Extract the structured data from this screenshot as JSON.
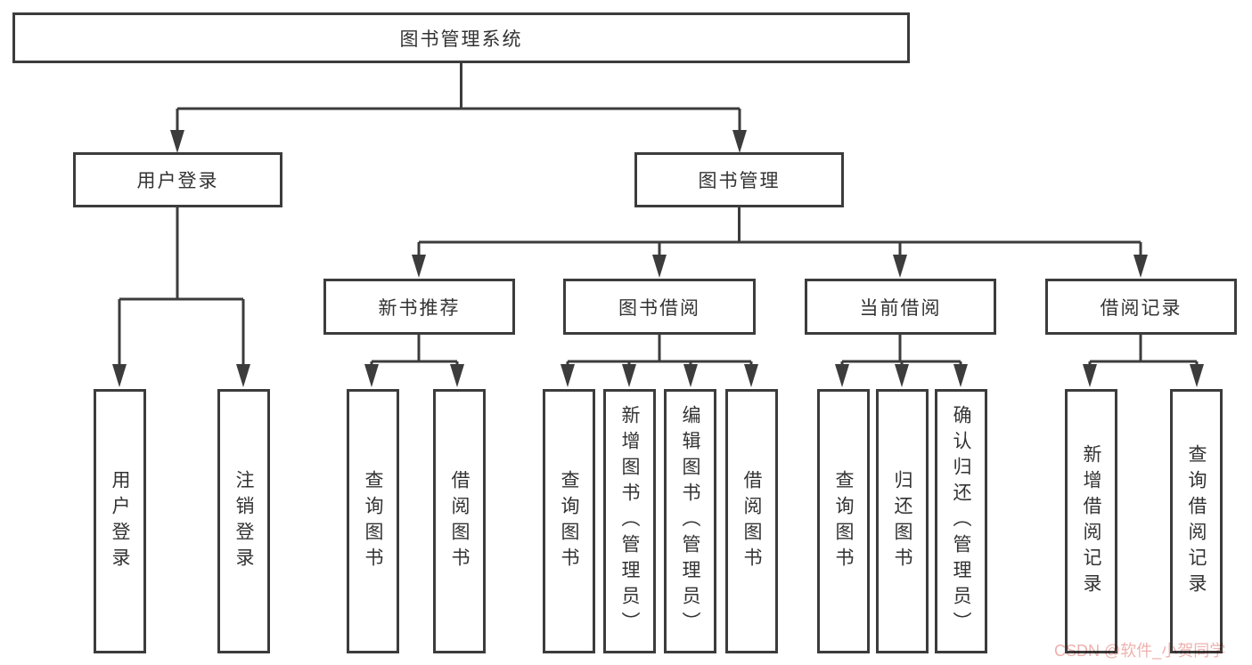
{
  "diagram": {
    "title": "图书管理系统",
    "colors": {
      "line": "#3c3c3c",
      "box_border": "#3c3c3c",
      "text": "#333333",
      "background": "#ffffff",
      "watermark": "#eeb1ad"
    },
    "root": {
      "label": "图书管理系统"
    },
    "level2": [
      {
        "label": "用户登录"
      },
      {
        "label": "图书管理"
      }
    ],
    "level3": [
      {
        "label": "新书推荐"
      },
      {
        "label": "图书借阅"
      },
      {
        "label": "当前借阅"
      },
      {
        "label": "借阅记录"
      }
    ],
    "leaves": {
      "login": [
        {
          "label": "用户登录"
        },
        {
          "label": "注销登录"
        }
      ],
      "newbook": [
        {
          "label": "查询图书"
        },
        {
          "label": "借阅图书"
        }
      ],
      "borrow": [
        {
          "label": "查询图书"
        },
        {
          "label": "新增图书（管理员）"
        },
        {
          "label": "编辑图书（管理员）"
        },
        {
          "label": "借阅图书"
        }
      ],
      "current": [
        {
          "label": "查询图书"
        },
        {
          "label": "归还图书"
        },
        {
          "label": "确认归还（管理员）"
        }
      ],
      "records": [
        {
          "label": "新增借阅记录"
        },
        {
          "label": "查询借阅记录"
        }
      ]
    },
    "watermark": {
      "text": "CSDN @软件_小贺同学"
    }
  }
}
